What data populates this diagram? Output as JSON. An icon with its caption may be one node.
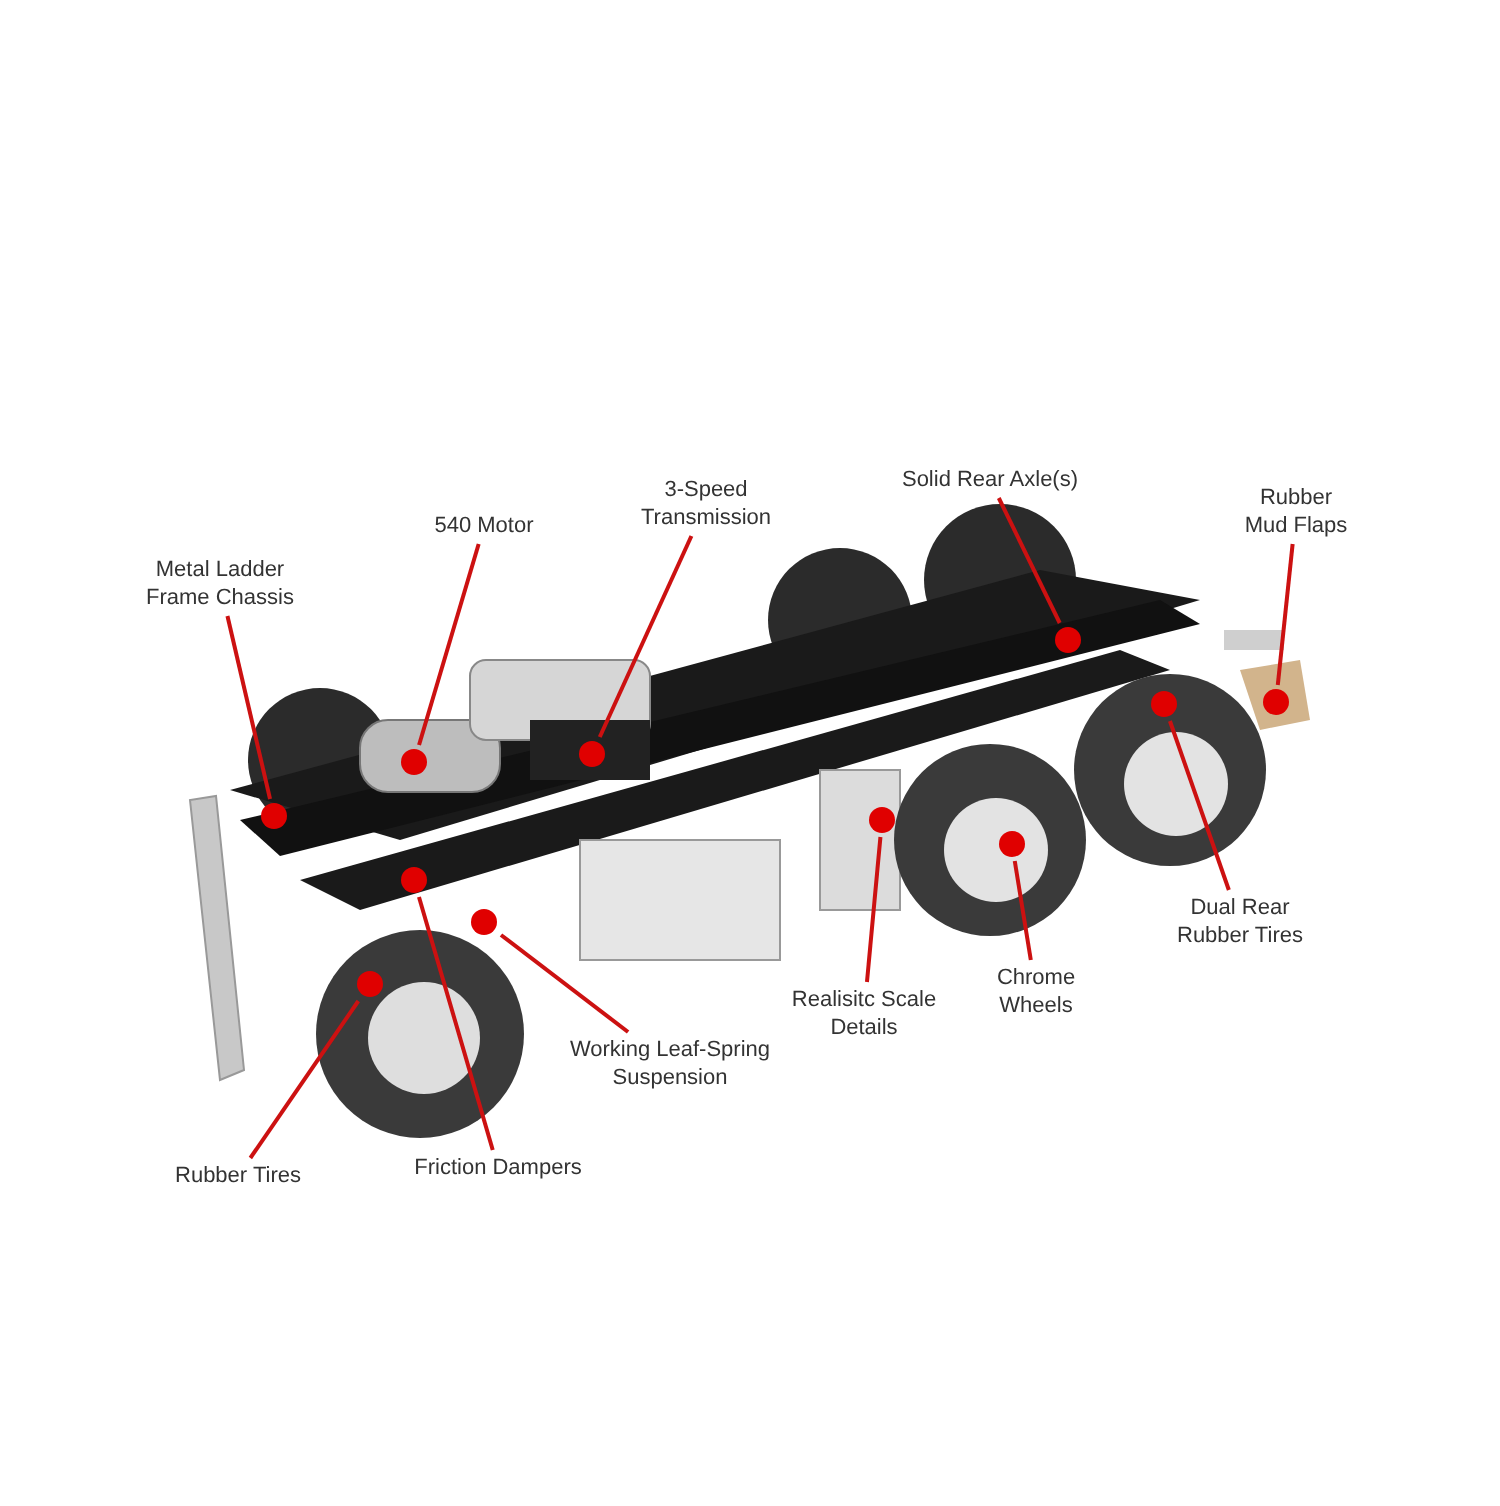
{
  "diagram": {
    "nodes": [
      {
        "text": [
          "Metal Ladder Frame Chassis"
        ]
      },
      {
        "text": [
          "540 Motor"
        ]
      },
      {
        "text": [
          "3-Speed Transmission"
        ]
      },
      {
        "text": [
          "Solid Rear Axle(s)"
        ]
      },
      {
        "text": [
          "Rubber Mud Flaps"
        ]
      },
      {
        "text": [
          "Dual Rear Rubber Tires"
        ]
      },
      {
        "text": [
          "Chrome Wheels"
        ]
      },
      {
        "text": [
          "Realisitc Scale Details"
        ]
      },
      {
        "text": [
          "Working Leaf-Spring Suspension"
        ]
      },
      {
        "text": [
          "Friction Dampers"
        ]
      },
      {
        "text": [
          "Rubber Tires"
        ]
      },
      {
        "text": [],
        "shape": "circle"
      },
      {
        "text": [],
        "shape": "circle"
      },
      {
        "text": [],
        "shape": "circle"
      },
      {
        "text": [],
        "shape": "circle"
      },
      {
        "text": [],
        "shape": "circle"
      },
      {
        "text": [],
        "shape": "circle"
      },
      {
        "text": [],
        "shape": "circle"
      },
      {
        "text": [],
        "shape": "circle"
      },
      {
        "text": [],
        "shape": "circle"
      },
      {
        "text": [],
        "shape": "circle"
      },
      {
        "text": [],
        "shape": "circle"
      }
    ],
    "edges": [
      {
        "from": 0,
        "to": 11,
        "arrow": "none"
      },
      {
        "from": 1,
        "to": 12,
        "arrow": "none"
      },
      {
        "from": 2,
        "to": 13,
        "arrow": "none"
      },
      {
        "from": 3,
        "to": 14,
        "arrow": "none"
      },
      {
        "from": 4,
        "to": 15,
        "arrow": "none"
      },
      {
        "from": 5,
        "to": 16,
        "arrow": "none"
      },
      {
        "from": 6,
        "to": 17,
        "arrow": "none"
      },
      {
        "from": 7,
        "to": 18,
        "arrow": "none"
      },
      {
        "from": 8,
        "to": 19,
        "arrow": "none"
      },
      {
        "from": 9,
        "to": 20,
        "arrow": "none"
      },
      {
        "from": 10,
        "to": 21,
        "arrow": "none"
      }
    ]
  }
}
